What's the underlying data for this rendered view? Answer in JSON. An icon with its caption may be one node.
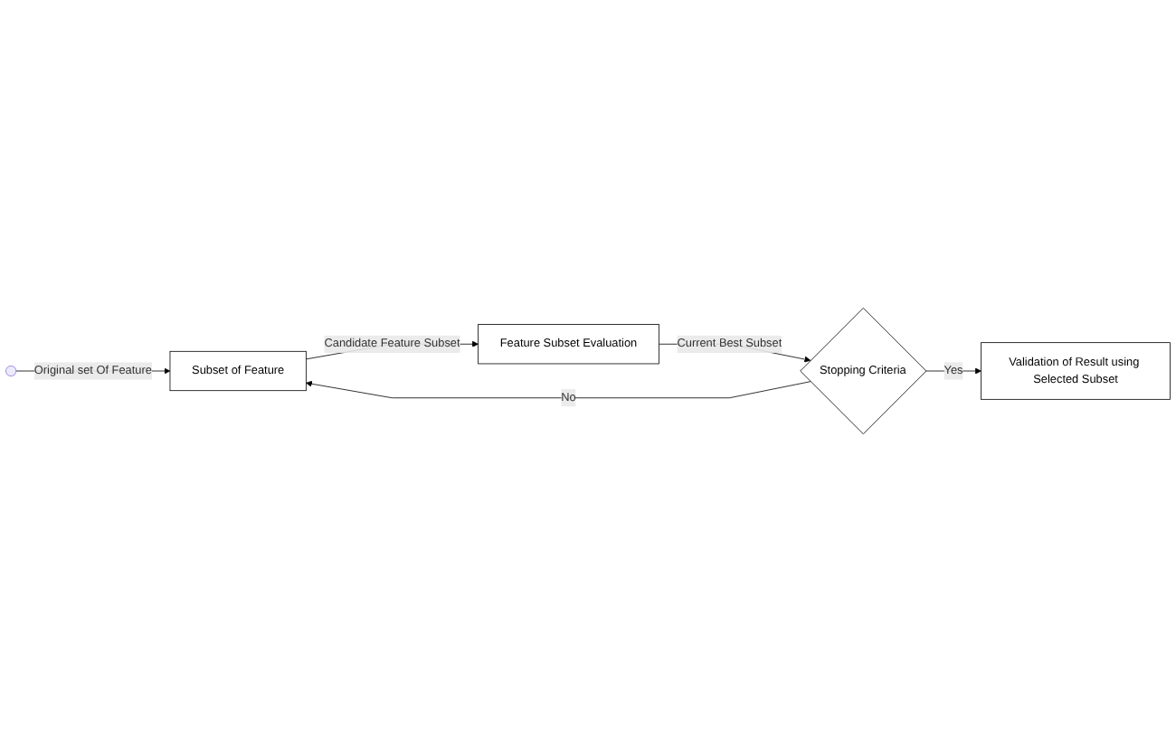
{
  "diagram": {
    "nodes": [
      {
        "text": [
          "Subset of Feature"
        ]
      },
      {
        "text": [
          "Feature Subset Evaluation"
        ]
      },
      {
        "text": [
          "Stopping Criteria"
        ]
      },
      {
        "text": [
          "Validation of Result using Selected Subset"
        ]
      }
    ],
    "edges": [
      {
        "from": null,
        "to": 0,
        "arrow": "to",
        "label": "Original set Of Feature"
      },
      {
        "from": 0,
        "to": 1,
        "arrow": "to",
        "label": "Candidate Feature Subset"
      },
      {
        "from": 1,
        "to": 2,
        "arrow": "to",
        "label": "Current Best Subset"
      },
      {
        "from": 2,
        "to": 0,
        "arrow": "to",
        "label": "No"
      },
      {
        "from": 2,
        "to": 3,
        "arrow": "to",
        "label": "Yes"
      }
    ]
  }
}
